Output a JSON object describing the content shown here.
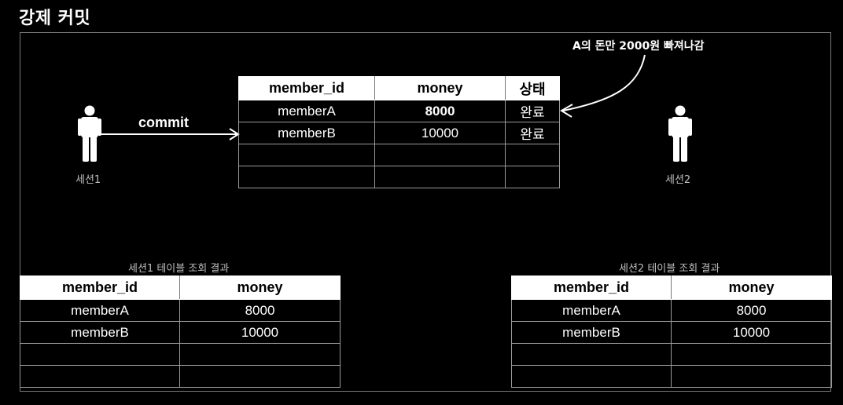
{
  "title": "강제 커밋",
  "note": "A의 돈만 2000원 빠져나감",
  "commit_label": "commit",
  "session1_label": "세션1",
  "session2_label": "세션2",
  "db_table": {
    "headers": [
      "member_id",
      "money",
      "상태"
    ],
    "rows": [
      [
        "memberA",
        "8000",
        "완료"
      ],
      [
        "memberB",
        "10000",
        "완료"
      ],
      [
        "",
        "",
        ""
      ],
      [
        "",
        "",
        ""
      ]
    ]
  },
  "session1_result": {
    "caption": "세션1 테이블 조회 결과",
    "headers": [
      "member_id",
      "money"
    ],
    "rows": [
      [
        "memberA",
        "8000"
      ],
      [
        "memberB",
        "10000"
      ],
      [
        "",
        ""
      ],
      [
        "",
        ""
      ]
    ]
  },
  "session2_result": {
    "caption": "세션2 테이블 조회 결과",
    "headers": [
      "member_id",
      "money"
    ],
    "rows": [
      [
        "memberA",
        "8000"
      ],
      [
        "memberB",
        "10000"
      ],
      [
        "",
        ""
      ],
      [
        "",
        ""
      ]
    ]
  }
}
